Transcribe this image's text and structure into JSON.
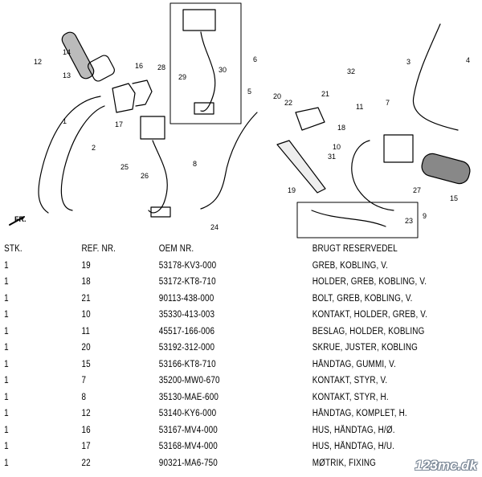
{
  "diagram": {
    "callouts": [
      "1",
      "2",
      "3",
      "4",
      "5",
      "6",
      "7",
      "8",
      "9",
      "10",
      "11",
      "12",
      "13",
      "14",
      "15",
      "16",
      "17",
      "18",
      "19",
      "20",
      "21",
      "22",
      "23",
      "24",
      "25",
      "26",
      "27",
      "28",
      "29",
      "30",
      "31",
      "32"
    ],
    "direction_label": "FR."
  },
  "table": {
    "headers": {
      "qty": "STK.",
      "ref": "REF. NR.",
      "oem": "OEM NR.",
      "desc": "BRUGT RESERVEDEL"
    },
    "rows": [
      {
        "qty": "1",
        "ref": "19",
        "oem": "53178-KV3-000",
        "desc": "GREB, KOBLING, V."
      },
      {
        "qty": "1",
        "ref": "18",
        "oem": "53172-KT8-710",
        "desc": "HOLDER, GREB, KOBLING, V."
      },
      {
        "qty": "1",
        "ref": "21",
        "oem": "90113-438-000",
        "desc": "BOLT, GREB, KOBLING, V."
      },
      {
        "qty": "1",
        "ref": "10",
        "oem": "35330-413-003",
        "desc": "KONTAKT, HOLDER, GREB, V."
      },
      {
        "qty": "1",
        "ref": "11",
        "oem": "45517-166-006",
        "desc": "BESLAG, HOLDER, KOBLING"
      },
      {
        "qty": "1",
        "ref": "20",
        "oem": "53192-312-000",
        "desc": "SKRUE, JUSTER, KOBLING"
      },
      {
        "qty": "1",
        "ref": "15",
        "oem": "53166-KT8-710",
        "desc": "HÅNDTAG, GUMMI, V."
      },
      {
        "qty": "1",
        "ref": "7",
        "oem": "35200-MW0-670",
        "desc": "KONTAKT, STYR, V."
      },
      {
        "qty": "1",
        "ref": "8",
        "oem": "35130-MAE-600",
        "desc": "KONTAKT, STYR, H."
      },
      {
        "qty": "1",
        "ref": "12",
        "oem": "53140-KY6-000",
        "desc": "HÅNDTAG, KOMPLET, H."
      },
      {
        "qty": "1",
        "ref": "16",
        "oem": "53167-MV4-000",
        "desc": "HUS, HÅNDTAG, H/Ø."
      },
      {
        "qty": "1",
        "ref": "17",
        "oem": "53168-MV4-000",
        "desc": "HUS, HÅNDTAG, H/U."
      },
      {
        "qty": "1",
        "ref": "22",
        "oem": "90321-MA6-750",
        "desc": "MØTRIK, FIXING"
      }
    ]
  },
  "watermark": "123mc.dk",
  "colors": {
    "line": "#000000",
    "grip": "#3a3a3a",
    "watermark_outline": "#7a8796"
  }
}
